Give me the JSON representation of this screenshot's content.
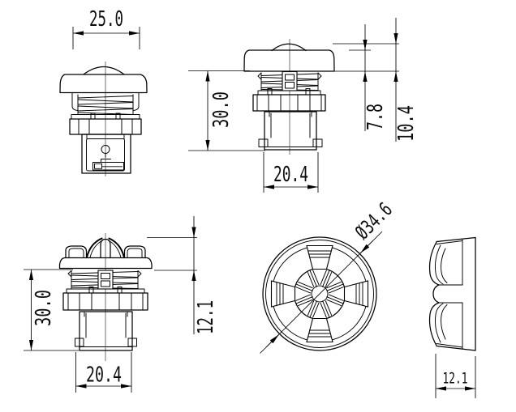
{
  "drawing": {
    "background_color": "#ffffff",
    "line_color": "#000000",
    "dimensions": {
      "led_button_cap_width": "25.0",
      "led_button_body_height": "30.0",
      "led_button_cap_height": "7.8",
      "led_button_cap_dome_height": "10.4",
      "led_button_body_width": "20.4",
      "star_button_body_height": "30.0",
      "star_button_cap_height": "12.1",
      "star_button_body_width": "20.4",
      "star_button_cap_diameter": "Ø34.6",
      "star_button_cap_profile_width": "12.1"
    }
  }
}
